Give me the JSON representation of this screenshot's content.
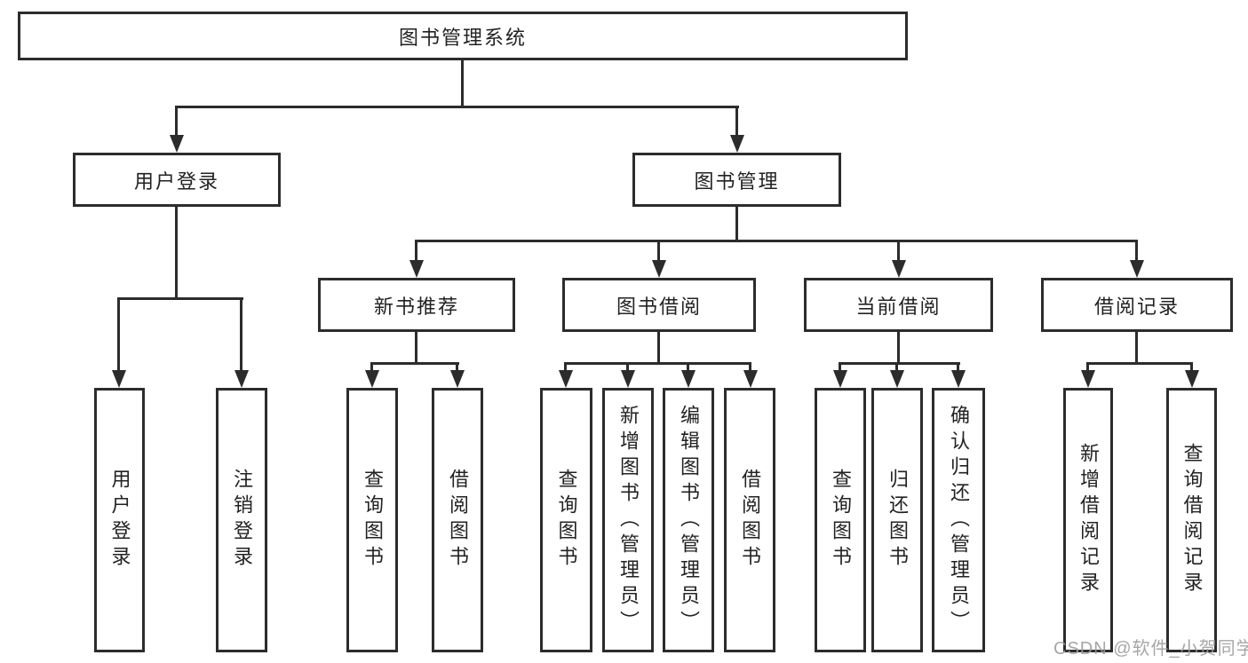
{
  "tree": {
    "root": {
      "label": "图书管理系统",
      "children": [
        {
          "label": "用户登录",
          "children": [
            {
              "label": "用户登录"
            },
            {
              "label": "注销登录"
            }
          ]
        },
        {
          "label": "图书管理",
          "children": [
            {
              "label": "新书推荐",
              "children": [
                {
                  "label": "查询图书"
                },
                {
                  "label": "借阅图书"
                }
              ]
            },
            {
              "label": "图书借阅",
              "children": [
                {
                  "label": "查询图书"
                },
                {
                  "label": "新增图书（管理员）"
                },
                {
                  "label": "编辑图书（管理员）"
                },
                {
                  "label": "借阅图书"
                }
              ]
            },
            {
              "label": "当前借阅",
              "children": [
                {
                  "label": "查询图书"
                },
                {
                  "label": "归还图书"
                },
                {
                  "label": "确认归还（管理员）"
                }
              ]
            },
            {
              "label": "借阅记录",
              "children": [
                {
                  "label": "新增借阅记录"
                },
                {
                  "label": "查询借阅记录"
                }
              ]
            }
          ]
        }
      ]
    },
    "colors": {
      "line": "#2c2c2c",
      "text": "#222222",
      "background": "#ffffff",
      "watermark": "#9d9d9d"
    }
  },
  "watermark": {
    "text": "CSDN @软件_小贺同学"
  }
}
